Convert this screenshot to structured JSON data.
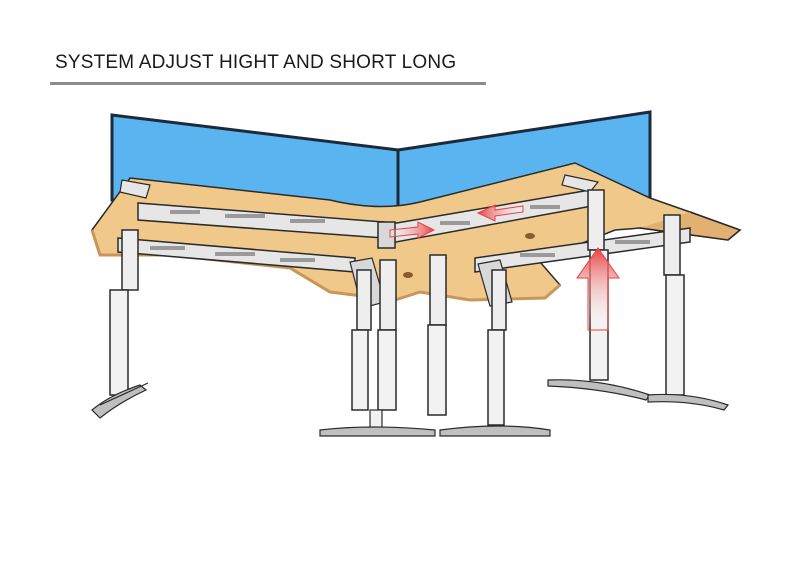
{
  "title": "SYSTEM ADJUST HIGHT AND SHORT LONG",
  "colors": {
    "screen": "#5ab4f0",
    "screen_frame": "#1c2a3a",
    "desktop": "#f0c88a",
    "desktop_edge": "#c8965a",
    "frame": "#e6e6e6",
    "outline": "#2a2a2a",
    "arrow": "#e84040"
  },
  "arrows": [
    {
      "name": "slide-right-arrow",
      "direction": "right"
    },
    {
      "name": "slide-left-arrow",
      "direction": "left"
    },
    {
      "name": "lift-up-arrow",
      "direction": "up"
    }
  ]
}
